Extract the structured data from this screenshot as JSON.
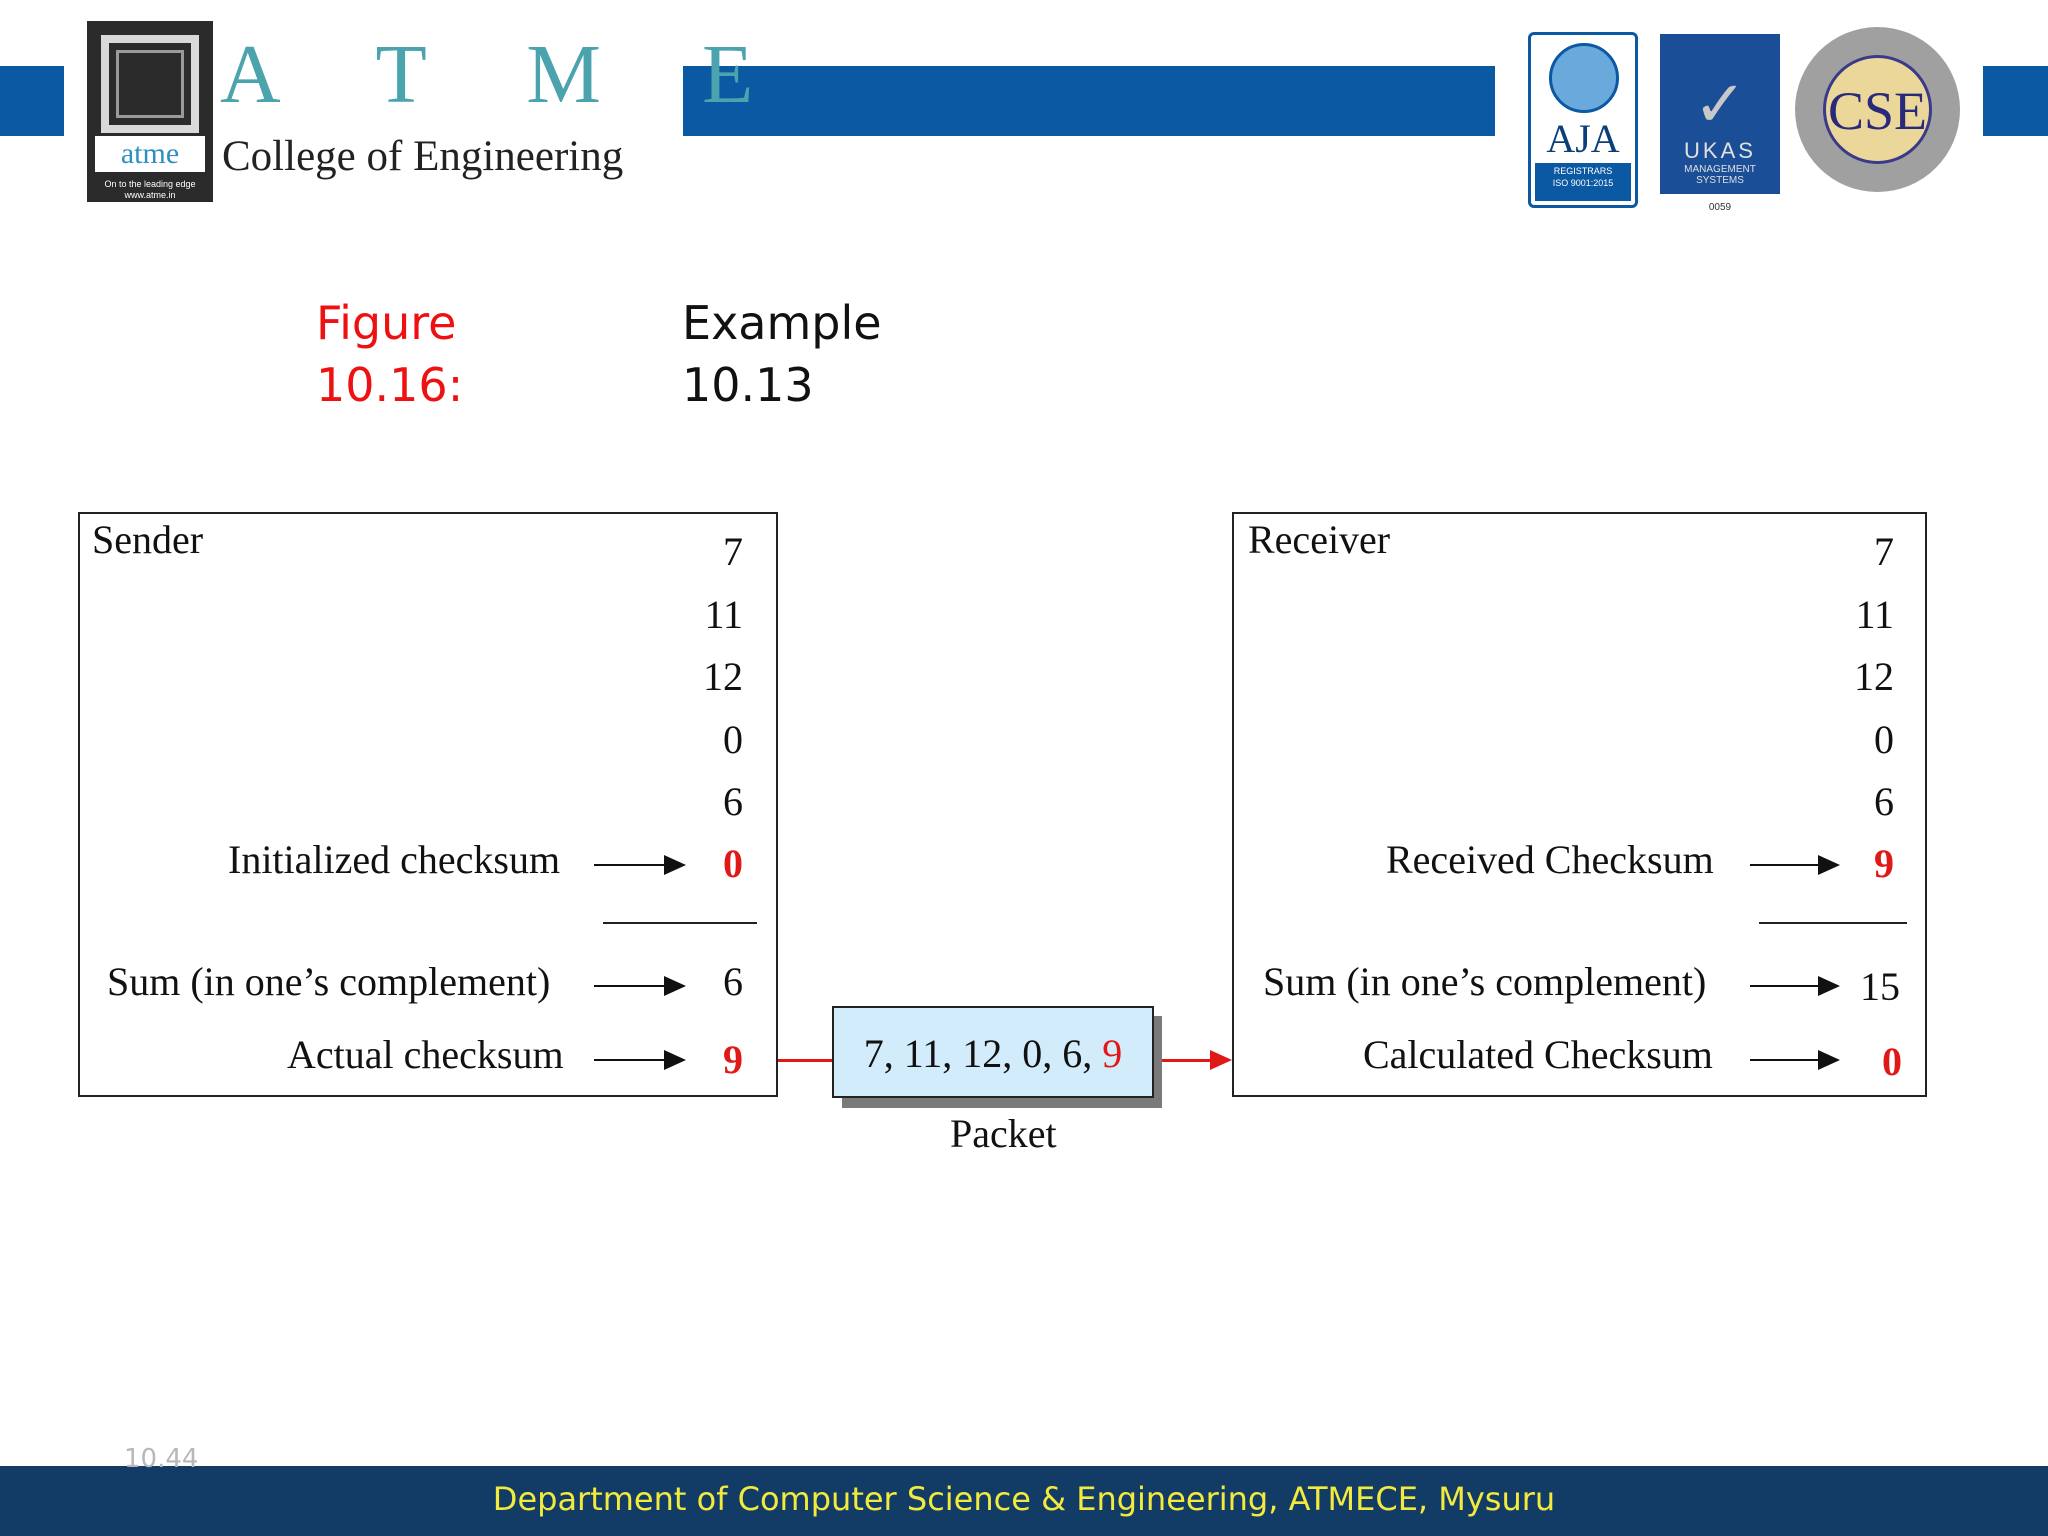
{
  "header": {
    "brand_letters": "A T M E",
    "brand_subtitle": "College of Engineering",
    "logo_word": "atme",
    "logo_tagline": "On to the leading edge\nwww.atme.in",
    "aja_text": "AJA",
    "aja_band": "REGISTRARS\nISO 9001:2015",
    "ukas_text": "UKAS",
    "ukas_sub": "MANAGEMENT\nSYSTEMS",
    "ukas_number": "0059",
    "cse_text": "CSE",
    "brand_color": "#0b58a3"
  },
  "title": {
    "label": "Figure\n10.16:",
    "text": "Example\n10.13",
    "label_color": "#ee1111"
  },
  "diagram": {
    "sender": {
      "title": "Sender",
      "values": [
        "7",
        "11",
        "12",
        "0",
        "6"
      ],
      "init_label": "Initialized checksum",
      "init_value": "0",
      "sum_label": "Sum (in one’s complement)",
      "sum_value": "6",
      "actual_label": "Actual checksum",
      "actual_value": "9"
    },
    "receiver": {
      "title": "Receiver",
      "values": [
        "7",
        "11",
        "12",
        "0",
        "6"
      ],
      "recv_label": "Received Checksum",
      "recv_value": "9",
      "sum_label": "Sum (in one’s complement)",
      "sum_value": "15",
      "calc_label": "Calculated Checksum",
      "calc_value": "0"
    },
    "packet": {
      "data": "7, 11, 12, 0, 6, ",
      "checksum": "9",
      "label": "Packet"
    },
    "highlight_color": "#e01818"
  },
  "footer": {
    "slide_number": "10.44",
    "department": "Department of Computer Science & Engineering, ATMECE, Mysuru"
  }
}
